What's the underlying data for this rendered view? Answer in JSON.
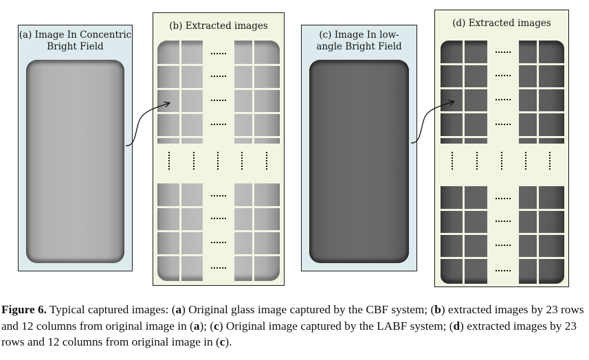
{
  "panels": {
    "a": {
      "title_line1": "(a) Image In Concentric",
      "title_line2": "Bright Field"
    },
    "b": {
      "title": "(b) Extracted images"
    },
    "c": {
      "title_line1": "(c) Image In low-",
      "title_line2": "angle Bright Field"
    },
    "d": {
      "title": "(d) Extracted images"
    }
  },
  "caption": {
    "label": "Figure 6.",
    "t1": " Typical captured images: (",
    "a1": "a",
    "t2": ") Original glass image captured by the CBF system; (",
    "b1": "b",
    "t3": ") extracted images by 23 rows and 12 columns from original image in (",
    "a2": "a",
    "t4": "); (",
    "c1": "c",
    "t5": ") Original image captured by the LABF system; (",
    "d1": "d",
    "t6": ") extracted images by 23 rows and 12 columns from original image in (",
    "c2": "c",
    "t7": ")."
  },
  "colors": {
    "cbf_panel_bg": "#deebee",
    "extract_panel_bg": "#f4f4e3",
    "cbf_glass": "#b5b5b5",
    "labf_glass": "#6a6a6a",
    "grid_line": "#f4f4e3"
  }
}
